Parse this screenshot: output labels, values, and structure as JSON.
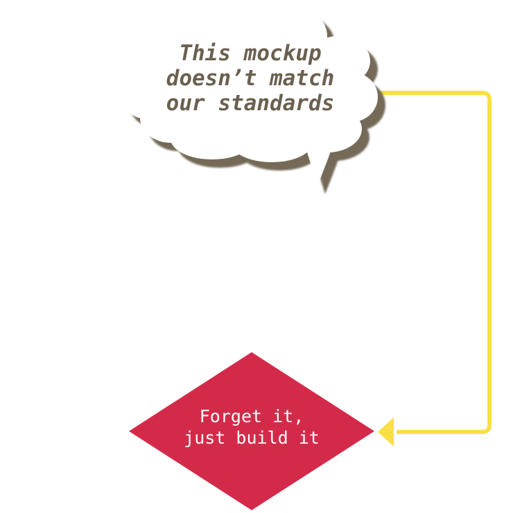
{
  "diagram": {
    "cloud": {
      "lines": [
        "This mockup",
        "doesn’t match",
        "our standards"
      ]
    },
    "decision": {
      "lines": [
        "Forget it,",
        "just build it"
      ]
    }
  },
  "colors": {
    "cloud_fill": "#ffffff",
    "cloud_shadow": "#756a58",
    "cloud_text": "#6b6050",
    "diamond_fill": "#d42a4a",
    "diamond_text": "#ffffff",
    "connector": "#f8e044"
  }
}
